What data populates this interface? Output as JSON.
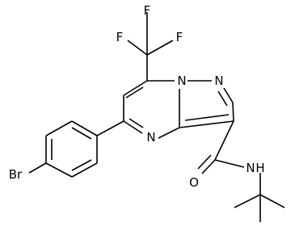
{
  "structure": {
    "atoms": {
      "fluorine_1": "F",
      "fluorine_2": "F",
      "fluorine_3": "F",
      "nitrogen_pyrazole_n2": "N",
      "nitrogen_pyrimidine_n1": "N",
      "nitrogen_pyrimidine_n4": "N",
      "nitrogen_amide": "N",
      "hydrogen_amide": "H",
      "oxygen_carbonyl": "O",
      "bromine": "Br"
    }
  }
}
